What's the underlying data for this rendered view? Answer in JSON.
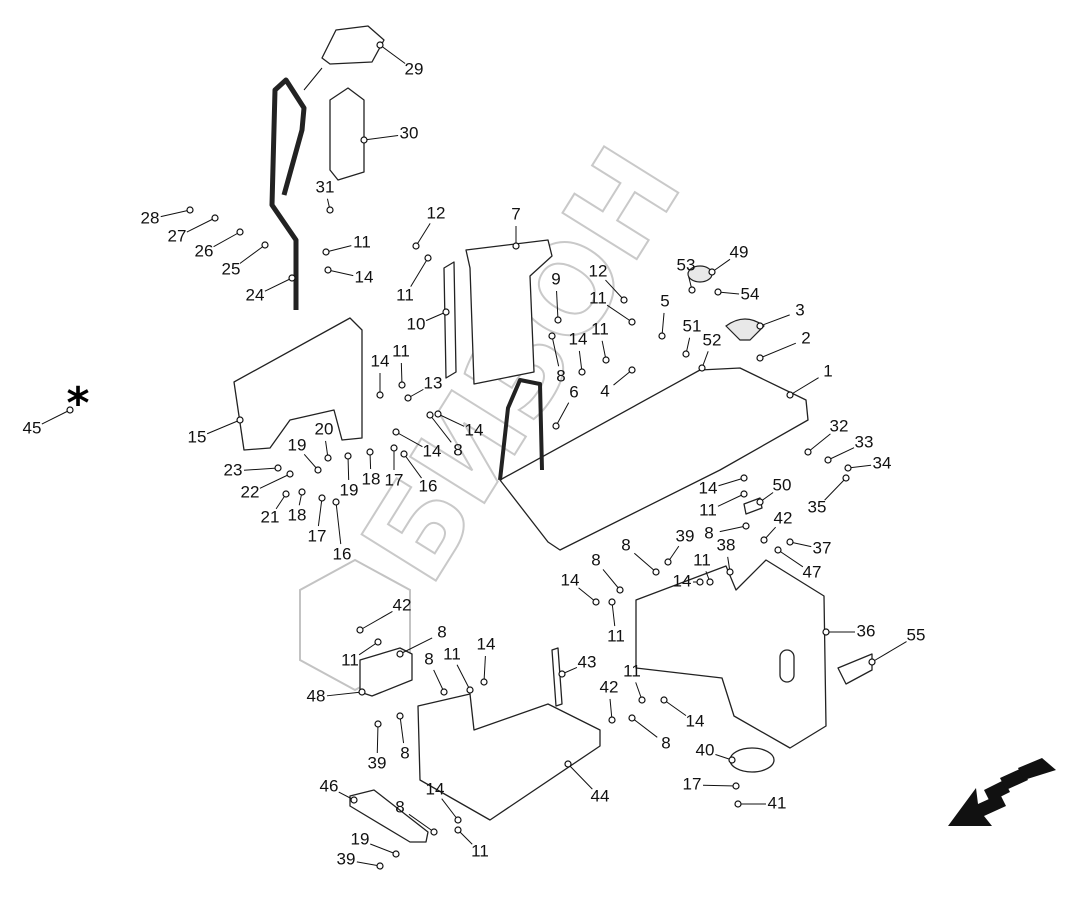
{
  "diagram": {
    "watermark_text": "БИЗОН",
    "callouts": [
      "29",
      "30",
      "31",
      "28",
      "27",
      "26",
      "25",
      "24",
      "12",
      "11",
      "14",
      "11",
      "10",
      "7",
      "9",
      "12",
      "53",
      "49",
      "54",
      "11",
      "5",
      "3",
      "11",
      "14",
      "51",
      "52",
      "2",
      "1",
      "14",
      "11",
      "13",
      "8",
      "6",
      "4",
      "15",
      "45",
      "20",
      "14",
      "8",
      "14",
      "19",
      "23",
      "22",
      "21",
      "18",
      "18",
      "17",
      "16",
      "19",
      "17",
      "16",
      "32",
      "33",
      "34",
      "35",
      "14",
      "50",
      "11",
      "8",
      "42",
      "37",
      "47",
      "8",
      "39",
      "38",
      "11",
      "8",
      "14",
      "14",
      "11",
      "36",
      "55",
      "42",
      "11",
      "8",
      "14",
      "8",
      "11",
      "43",
      "48",
      "42",
      "11",
      "14",
      "8",
      "39",
      "8",
      "40",
      "17",
      "41",
      "44",
      "46",
      "8",
      "14",
      "11",
      "19",
      "39"
    ],
    "asterisk": "*",
    "direction_arrow": "front-direction-arrow",
    "colors": {
      "line": "#222222",
      "watermark": "#c4c4c4"
    }
  }
}
